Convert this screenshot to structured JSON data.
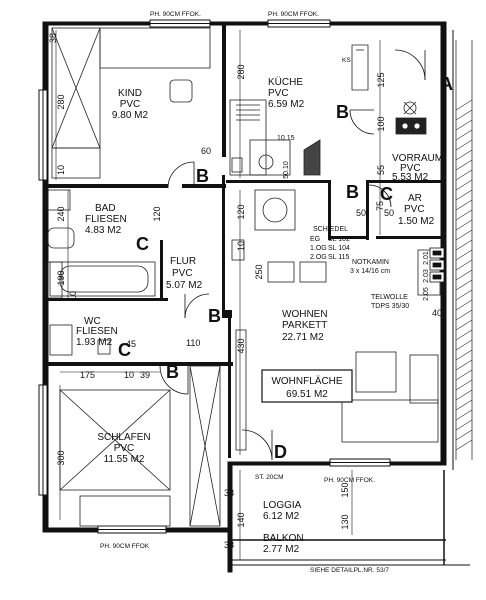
{
  "rooms": {
    "kind": {
      "name": "KIND",
      "floor": "PVC",
      "area": "9.80 M2"
    },
    "kueche": {
      "name": "KÜCHE",
      "floor": "PVC",
      "area": "6.59 M2"
    },
    "vorraum": {
      "name": "VORRAUM",
      "floor": "PVC",
      "area": "5.53 M2"
    },
    "ar": {
      "name": "AR",
      "floor": "PVC",
      "area": "1.50 M2"
    },
    "bad": {
      "name": "BAD",
      "floor": "FLIESEN",
      "area": "4.83 M2"
    },
    "flur": {
      "name": "FLUR",
      "floor": "PVC",
      "area": "5.07 M2"
    },
    "wc": {
      "name": "WC",
      "floor": "FLIESEN",
      "area": "1.93 M2"
    },
    "wohnen": {
      "name": "WOHNEN",
      "floor": "PARKETT",
      "area": "22.71 M2"
    },
    "schlafen": {
      "name": "SCHLAFEN",
      "floor": "PVC",
      "area": "11.55 M2"
    },
    "loggia": {
      "name": "LOGGIA",
      "area": "6.12 M2"
    },
    "balkon": {
      "name": "BALKON",
      "area": "2.77 M2"
    }
  },
  "wohnflaeche": {
    "label": "WOHNFLÄCHE",
    "area": "69.51 M2"
  },
  "schiedel": {
    "title": "SCHIEDEL",
    "rows": [
      {
        "floor": "EG",
        "value": "SL 102"
      },
      {
        "floor": "1.OG",
        "value": "SL 104"
      },
      {
        "floor": "2.OG",
        "value": "SL 115"
      }
    ]
  },
  "notkamin": {
    "title": "NOTKAMIN",
    "size": "3 x 14/16 cm"
  },
  "telwolle": {
    "title": "TELWOLLE",
    "spec": "TDPS 35/30"
  },
  "annotations": {
    "ffok_top1": "PH. 90CM FFOK.",
    "ffok_top2": "PH. 90CM FFOK.",
    "ffok_loggia": "PH. 90CM FFOK.",
    "ffok_bottom": "PH. 90CM FFOK",
    "st": "ST. 20CM",
    "detail": "SIEHE DETAILPL.NR. 53/7",
    "ks": "KS"
  },
  "section_markers": [
    "A",
    "B",
    "C",
    "D"
  ],
  "dimensions": {
    "d38_top": "38",
    "d280_kind": "280",
    "d10_kind": "10",
    "d60": "60",
    "d280_kue": "280",
    "d125": "125",
    "d100": "100",
    "d10_15": "10.15",
    "d50_10": "50.10",
    "d55": "55",
    "d75": "75",
    "d50_a": "50",
    "d50_b": "50",
    "d240": "240",
    "d120": "120",
    "d120_b": "120",
    "d10_bad": "10",
    "d250": "250",
    "d190": "190",
    "d10_flur": "10",
    "d45": "45",
    "d110": "110",
    "d430": "430",
    "d175": "175",
    "d10_39": "10",
    "d39": "39",
    "d300": "300",
    "d38_a": "38",
    "d38_b": "38",
    "d140": "140",
    "d130": "130",
    "d150": "150",
    "d40": "40",
    "d2_01": "2.01",
    "d2_03": "2.03",
    "d2_05": "2.05"
  }
}
